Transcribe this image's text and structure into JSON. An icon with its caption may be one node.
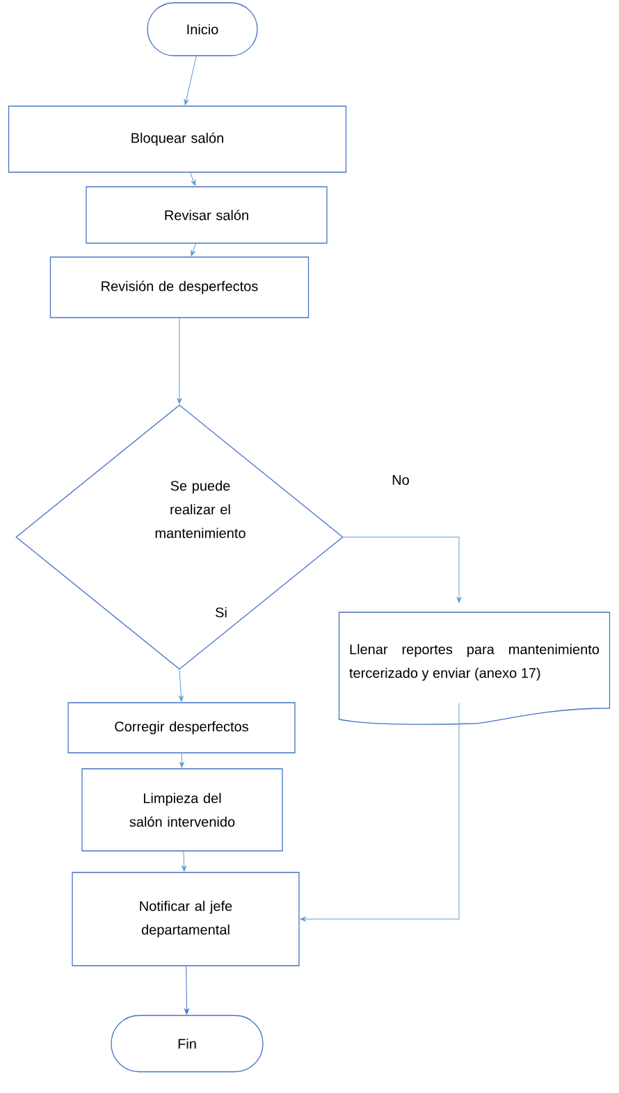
{
  "diagram": {
    "nodes": [
      {
        "text": [
          "Inicio"
        ]
      },
      {
        "text": [
          "Bloquear salón"
        ]
      },
      {
        "text": [
          "Revisar salón"
        ]
      },
      {
        "text": [
          "Revisión de desperfectos"
        ]
      },
      {
        "text": [
          "Se puede realizar el mantenimiento"
        ]
      },
      {
        "text": [
          "Llenar reportes para mantenimiento tercerizado y enviar (anexo 17)"
        ]
      },
      {
        "text": [
          "Corregir desperfectos"
        ]
      },
      {
        "text": [
          "Limpieza del salón intervenido"
        ]
      },
      {
        "text": [
          "Notificar al jefe departamental"
        ]
      },
      {
        "text": [
          "Fin"
        ]
      }
    ],
    "edges": [
      {
        "from": 0,
        "to": 1,
        "arrow": "to"
      },
      {
        "from": 1,
        "to": 2,
        "arrow": "to"
      },
      {
        "from": 2,
        "to": 3,
        "arrow": "to"
      },
      {
        "from": 3,
        "to": 4,
        "arrow": "to"
      },
      {
        "from": 4,
        "to": 5,
        "arrow": "to",
        "label": "No"
      },
      {
        "from": 4,
        "to": 6,
        "arrow": "to",
        "label": "Si"
      },
      {
        "from": 6,
        "to": 7,
        "arrow": "to"
      },
      {
        "from": 7,
        "to": 8,
        "arrow": "to"
      },
      {
        "from": 5,
        "to": 8,
        "arrow": "to"
      },
      {
        "from": 8,
        "to": 9,
        "arrow": "to",
        "color": "#4472c4"
      }
    ]
  }
}
